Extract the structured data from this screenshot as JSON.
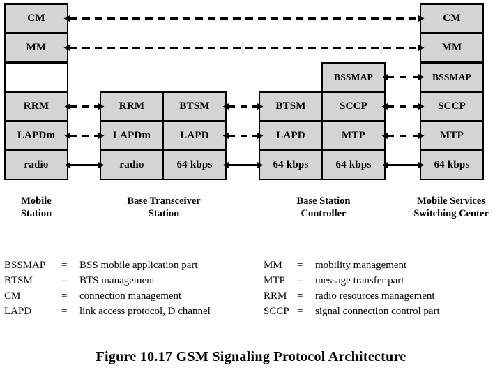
{
  "figure": {
    "caption": "Figure 10.17  GSM Signaling Protocol Architecture"
  },
  "nodes": [
    {
      "id": "mobile-station",
      "caption_line1": "Mobile",
      "caption_line2": "Station",
      "layers": [
        "CM",
        "MM",
        "",
        "RRM",
        "LAPDm",
        "radio"
      ]
    },
    {
      "id": "base-transceiver-station",
      "caption_line1": "Base Transceiver",
      "caption_line2": "Station",
      "left_layers": [
        "RRM",
        "LAPDm",
        "radio"
      ],
      "right_layers": [
        "BTSM",
        "LAPD",
        "64 kbps"
      ]
    },
    {
      "id": "base-station-controller",
      "caption_line1": "Base Station",
      "caption_line2": "Controller",
      "left_layers": [
        "BTSM",
        "LAPD",
        "64 kbps"
      ],
      "right_layers": [
        "BSSMAP",
        "SCCP",
        "MTP",
        "64 kbps"
      ]
    },
    {
      "id": "mobile-services-switching-center",
      "caption_line1": "Mobile Services",
      "caption_line2": "Switching Center",
      "layers": [
        "CM",
        "MM",
        "BSSMAP",
        "SCCP",
        "MTP",
        "64 kbps"
      ]
    }
  ],
  "legend": {
    "left": [
      {
        "abbr": "BSSMAP",
        "eq": "=",
        "def": "BSS mobile application part"
      },
      {
        "abbr": "BTSM",
        "eq": "=",
        "def": "BTS management"
      },
      {
        "abbr": "CM",
        "eq": "=",
        "def": "connection management"
      },
      {
        "abbr": "LAPD",
        "eq": "=",
        "def": "link access protocol, D channel"
      }
    ],
    "right": [
      {
        "abbr": "MM",
        "eq": "=",
        "def": "mobility management"
      },
      {
        "abbr": "MTP",
        "eq": "=",
        "def": "message transfer part"
      },
      {
        "abbr": "RRM",
        "eq": "=",
        "def": "radio resources management"
      },
      {
        "abbr": "SCCP",
        "eq": "=",
        "def": "signal connection control part"
      }
    ]
  },
  "connections": [
    {
      "name": "cm-peer-link",
      "style": "dashed",
      "label": "CM to CM"
    },
    {
      "name": "mm-peer-link",
      "style": "dashed",
      "label": "MM to MM"
    },
    {
      "name": "rrm-ms-bts-link",
      "style": "dashed",
      "label": "RRM to RRM"
    },
    {
      "name": "lapdm-ms-bts-link",
      "style": "dashed",
      "label": "LAPDm to LAPDm"
    },
    {
      "name": "radio-ms-bts-link",
      "style": "solid",
      "label": "radio to radio"
    },
    {
      "name": "btsm-bts-bsc-link",
      "style": "dashed",
      "label": "BTSM to BTSM"
    },
    {
      "name": "lapd-bts-bsc-link",
      "style": "dashed",
      "label": "LAPD to LAPD"
    },
    {
      "name": "64kbps-bts-bsc-link",
      "style": "solid",
      "label": "64 kbps to 64 kbps"
    },
    {
      "name": "bssmap-bsc-msc-link",
      "style": "dashed",
      "label": "BSSMAP to BSSMAP"
    },
    {
      "name": "sccp-bsc-msc-link",
      "style": "dashed",
      "label": "SCCP to SCCP"
    },
    {
      "name": "mtp-bsc-msc-link",
      "style": "dashed",
      "label": "MTP to MTP"
    },
    {
      "name": "64kbps-bsc-msc-link",
      "style": "solid",
      "label": "64 kbps to 64 kbps"
    }
  ],
  "colors": {
    "cell_fill": "#d4d4d4",
    "cell_border": "#000000",
    "empty_fill": "#ffffff",
    "background": "#ffffff",
    "text": "#000000"
  }
}
